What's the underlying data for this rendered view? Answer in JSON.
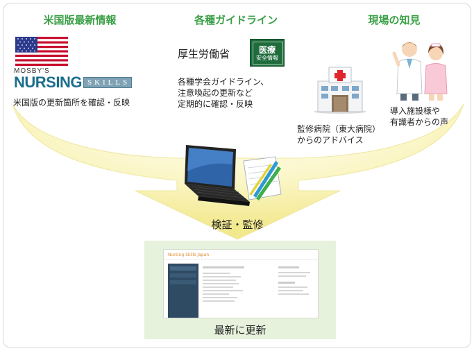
{
  "headers": {
    "us": "米国版最新情報",
    "guidelines": "各種ガイドライン",
    "field": "現場の知見"
  },
  "us_section": {
    "logo_top": "MOSBY'S",
    "logo_nursing": "NURSING",
    "logo_skills": "SKILLS",
    "description": "米国版の更新箇所を確認・反映"
  },
  "guideline_section": {
    "ministry": "厚生労働省",
    "badge_line1": "医療",
    "badge_line2": "安全情報",
    "lines": [
      "各種学会ガイドライン、",
      "注意喚起の更新など",
      "定期的に確認・反映"
    ]
  },
  "field_section": {
    "hospital_lines": [
      "監修病院（東大病院）",
      "からのアドバイス"
    ],
    "user_lines": [
      "導入施設様や",
      "有識者からの声"
    ]
  },
  "verify_label": "検証・監修",
  "update_label": "最新に更新",
  "site": {
    "title": "Nursing Skills Japan",
    "colors": {
      "accent": "#3aa046",
      "arrow": "#f6efa0",
      "panel": "#e6f2dc"
    }
  }
}
